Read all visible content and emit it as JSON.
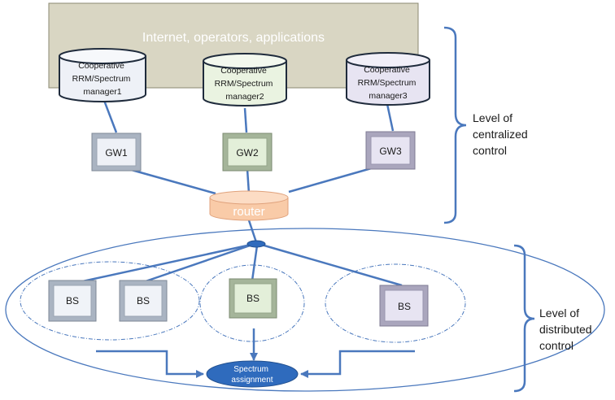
{
  "banner": {
    "text": "Internet, operators, applications",
    "fill": "#d9d6c3"
  },
  "managers": [
    {
      "line1": "Cooperative",
      "line2": "RRM/Spectrum",
      "line3": "manager1",
      "fill": "#eef1f7"
    },
    {
      "line1": "Cooperative",
      "line2": "RRM/Spectrum",
      "line3": "manager2",
      "fill": "#eaf3e1"
    },
    {
      "line1": "Cooperative",
      "line2": "RRM/Spectrum",
      "line3": "manager3",
      "fill": "#e7e4f2"
    }
  ],
  "gateways": [
    {
      "label": "GW1",
      "fill": "#eef1f7"
    },
    {
      "label": "GW2",
      "fill": "#e3efd9"
    },
    {
      "label": "GW3",
      "fill": "#e7e4f2"
    }
  ],
  "router": {
    "label": "router",
    "fill": "#f9cba8"
  },
  "base_stations": [
    {
      "label": "BS",
      "fill": "#f0f3f8"
    },
    {
      "label": "BS",
      "fill": "#f0f3f8"
    },
    {
      "label": "BS",
      "fill": "#e3efd9"
    },
    {
      "label": "BS",
      "fill": "#e7e4f2"
    }
  ],
  "spectrum": {
    "line1": "Spectrum",
    "line2": "assignment",
    "fill": "#2f6bbd"
  },
  "levels": {
    "centralized": {
      "line1": "Level of",
      "line2": "centralized",
      "line3": "control"
    },
    "distributed": {
      "line1": "Level of",
      "line2": "distributed",
      "line3": "control"
    }
  },
  "colors": {
    "line": "#4a78bd",
    "outline": "#3b5f96"
  }
}
